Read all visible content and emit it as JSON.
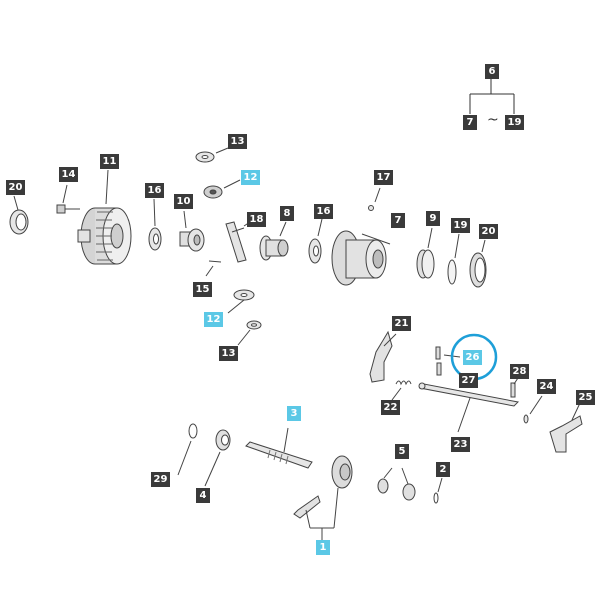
{
  "diagram": {
    "highlight_color": "#5bc8e6",
    "label_color": "#3a3a3a",
    "circle_color": "#1e9fd8",
    "labels": {
      "l1": "1",
      "l2": "2",
      "l3": "3",
      "l4": "4",
      "l5": "5",
      "l6": "6",
      "l7a": "7",
      "l7b": "7",
      "l8": "8",
      "l9": "9",
      "l10": "10",
      "l11": "11",
      "l12a": "12",
      "l12b": "12",
      "l13a": "13",
      "l13b": "13",
      "l14": "14",
      "l15": "15",
      "l16a": "16",
      "l16b": "16",
      "l17": "17",
      "l18": "18",
      "l19a": "19",
      "l19b": "19",
      "l20a": "20",
      "l20b": "20",
      "l21": "21",
      "l22": "22",
      "l23": "23",
      "l24": "24",
      "l25": "25",
      "l26": "26",
      "l27": "27",
      "l28": "28",
      "l29": "29"
    },
    "range_symbol": "~",
    "highlighted_part": "26"
  }
}
